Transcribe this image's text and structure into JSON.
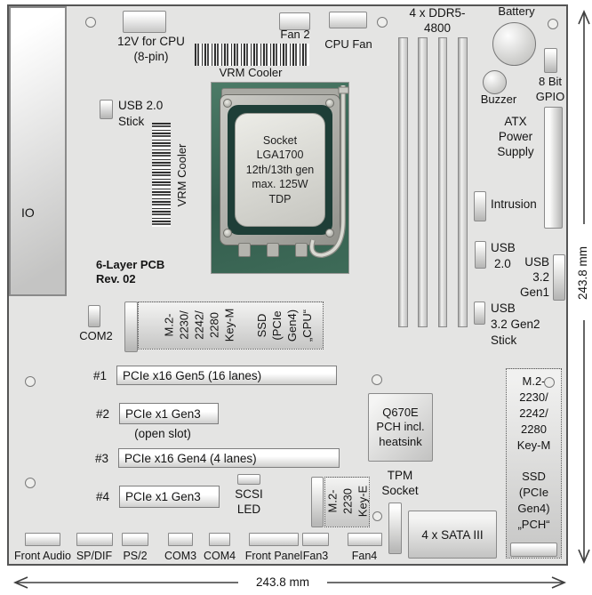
{
  "io_panel": {
    "label": "IO"
  },
  "pcb_note": {
    "line1": "6-Layer PCB",
    "line2": "Rev. 02"
  },
  "top_area": {
    "cpu_power": {
      "line1": "12V for CPU",
      "line2": "(8-pin)"
    },
    "vrm_cooler_top": "VRM Cooler",
    "fan2": "Fan 2",
    "cpu_fan": "CPU Fan",
    "dimm": {
      "line1": "4 x DDR5-",
      "line2": "4800"
    },
    "battery": "Battery",
    "buzzer": "Buzzer",
    "gpio": {
      "line1": "8 Bit",
      "line2": "GPIO"
    }
  },
  "left_area": {
    "usb2_stick": {
      "line1": "USB 2.0",
      "line2": "Stick"
    },
    "vrm_cooler_left": "VRM Cooler",
    "com2": "COM2"
  },
  "socket": {
    "line1": "Socket",
    "line2": "LGA1700",
    "line3": "12th/13th gen",
    "line4": "max. 125W",
    "line5": "TDP"
  },
  "right_area": {
    "atx": {
      "line1": "ATX",
      "line2": "Power",
      "line3": "Supply"
    },
    "intrusion": "Intrusion",
    "usb20": {
      "line1": "USB",
      "line2": "2.0"
    },
    "usb32gen1": {
      "line1": "USB",
      "line2": "3.2",
      "line3": "Gen1"
    },
    "usb32gen2": {
      "line1": "USB",
      "line2": "3.2 Gen2",
      "line3": "Stick"
    }
  },
  "m2_cpu": {
    "key": {
      "line1": "M.2-",
      "line2": "2230/",
      "line3": "2242/",
      "line4": "2280",
      "line5": "Key-M"
    },
    "ssd": {
      "line1": "SSD",
      "line2": "(PCIe",
      "line3": "Gen4)",
      "line4": "„CPU“"
    }
  },
  "slots": [
    {
      "num": "#1",
      "label": "PCIe x16 Gen5 (16 lanes)",
      "note": ""
    },
    {
      "num": "#2",
      "label": "PCIe x1 Gen3",
      "note": "(open slot)"
    },
    {
      "num": "#3",
      "label": "PCIe x16 Gen4 (4 lanes)",
      "note": ""
    },
    {
      "num": "#4",
      "label": "PCIe x1  Gen3",
      "note": ""
    }
  ],
  "scsi_led": {
    "line1": "SCSI",
    "line2": "LED"
  },
  "pch_chip": {
    "line1": "Q670E",
    "line2": "PCH incl.",
    "line3": "heatsink"
  },
  "tpm": {
    "line1": "TPM",
    "line2": "Socket"
  },
  "m2_keye": {
    "line1": "M.2-",
    "line2": "2230",
    "line3": "Key-E"
  },
  "sata": {
    "label": "4 x SATA III"
  },
  "m2_pch": {
    "line1": "M.2-",
    "line2": "2230/",
    "line3": "2242/",
    "line4": "2280",
    "line5": "Key-M",
    "line6": "SSD",
    "line7": "(PCIe",
    "line8": "Gen4)",
    "line9": "„PCH“"
  },
  "bottom_row": {
    "labels": [
      "Front Audio",
      "SP/DIF",
      "PS/2",
      "COM3",
      "COM4",
      "Front Panel",
      "Fan3",
      "Fan4"
    ]
  },
  "dimensions": {
    "bottom": "243.8 mm",
    "right": "243.8 mm"
  },
  "colors": {
    "board_gray": "#e4e4e3",
    "photo_green": "#3d6a59",
    "line_dark": "#3f3f3f"
  }
}
